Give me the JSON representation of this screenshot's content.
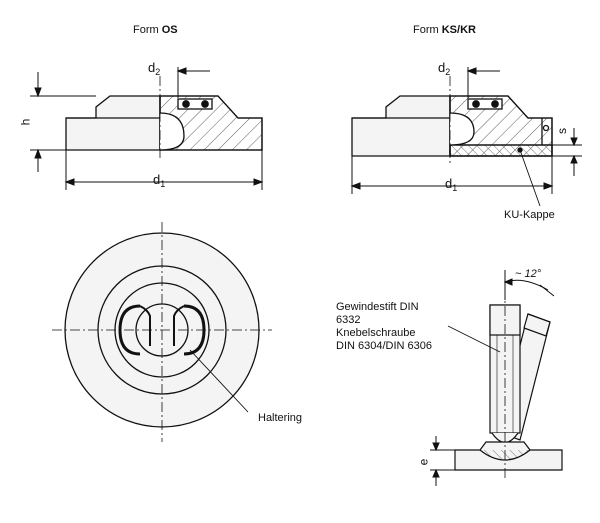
{
  "form_os": {
    "prefix": "Form",
    "name": "OS"
  },
  "form_ks": {
    "prefix": "Form",
    "name": "KS/KR"
  },
  "dims": {
    "d1": "d",
    "d1_sub": "1",
    "d2": "d",
    "d2_sub": "2",
    "h": "h",
    "s": "s",
    "e": "e",
    "angle": "~ 12°"
  },
  "callouts": {
    "ku_kappe": "KU-Kappe",
    "haltering": "Haltering",
    "screw_lines": [
      "Gewindestift DIN",
      "6332",
      "Knebelschraube",
      "DIN 6304/DIN 6306"
    ]
  },
  "colors": {
    "line": "#111111",
    "fill": "#f2f2f2",
    "hatch": "#333333"
  }
}
